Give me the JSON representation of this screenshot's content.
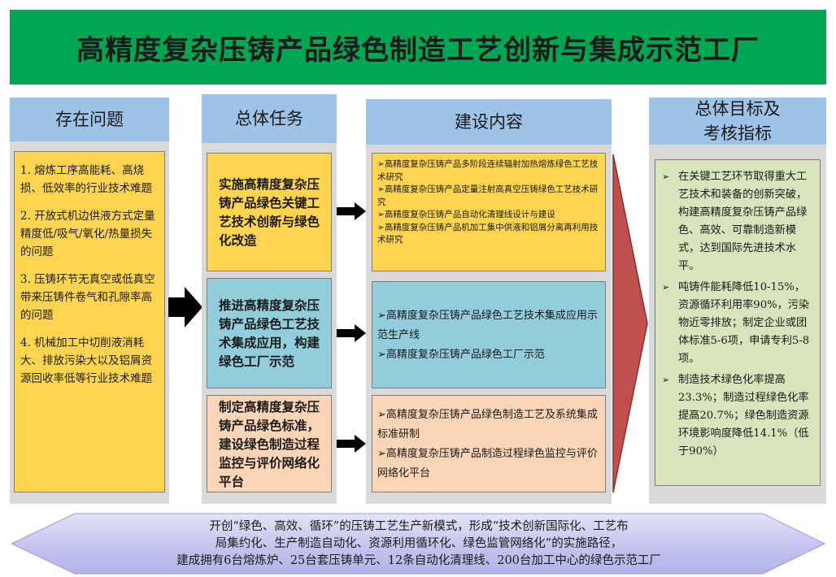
{
  "title": "高精度复杂压铸产品绿色制造工艺创新与集成示范工厂",
  "colors": {
    "title_bg": "#00a651",
    "header_bg": "#9dc3e6",
    "column_bg": "#d9d9d9",
    "yellow": "#ffd54f",
    "blue": "#92cddc",
    "peach": "#fbd5b5",
    "green": "#d7e4bc",
    "big_arrow": "#c0504d",
    "bottom_arrow": "#c6c6f0"
  },
  "columns": {
    "problems": {
      "header": "存在问题",
      "items": [
        "1. 熔炼工序高能耗、高烧损、低效率的行业技术难题",
        "2. 开放式机边供液方式定量精度低/吸气/氧化/热量损失的问题",
        "3. 压铸环节无真空或低真空带来压铸件卷气和孔隙率高的问题",
        "4. 机械加工中切削液消耗大、排放污染大以及铝屑资源回收率低等行业技术难题"
      ]
    },
    "tasks": {
      "header": "总体任务",
      "items": [
        "实施高精度复杂压铸产品绿色关键工艺技术创新与绿色化改造",
        "推进高精度复杂压铸产品绿色工艺技术集成应用，构建绿色工厂示范",
        "制定高精度复杂压铸产品绿色标准，建设绿色制造过程监控与评价网络化平台"
      ]
    },
    "content": {
      "header": "建设内容",
      "groups": [
        [
          "高精度复杂压铸产品多阶段连续辐射加热熔炼绿色工艺技术研究",
          "高精度复杂压铸产品定量注射高真空压铸绿色工艺技术研究",
          "高精度复杂压铸产品自动化清理线设计与建设",
          "高精度复杂压铸产品机加工集中供液和铝屑分离再利用技术研究"
        ],
        [
          "高精度复杂压铸产品绿色工艺技术集成应用示范生产线",
          "高精度复杂压铸产品绿色工厂示范"
        ],
        [
          "高精度复杂压铸产品绿色制造工艺及系统集成标准研制",
          "高精度复杂压铸产品制造过程绿色监控与评价网络化平台"
        ]
      ]
    },
    "goals": {
      "header_line1": "总体目标及",
      "header_line2": "考核指标",
      "items": [
        "在关键工艺环节取得重大工艺技术和装备的创新突破，构建高精度复杂压铸产品绿色、高效、可靠制造新模式，达到国际先进技术水平。",
        "吨铸件能耗降低10-15%，资源循环利用率90%，污染物近零排放；制定企业或团体标准5-6项，申请专利5-8项。",
        "制造技术绿色化率提高23.3%；制造过程绿色化率提高20.7%；绿色制造资源环境影响度降低14.1%（低于90%）"
      ]
    }
  },
  "bottom": {
    "lines": [
      "开创“绿色、高效、循环”的压铸工艺生产新模式，形成“技术创新国际化、工艺布",
      "局集约化、生产制造自动化、资源利用循环化、绿色监管网络化”的实施路径，",
      "建成拥有6台熔炼炉、25台套压铸单元、12条自动化清理线、200台加工中心的绿色示范工厂"
    ]
  }
}
